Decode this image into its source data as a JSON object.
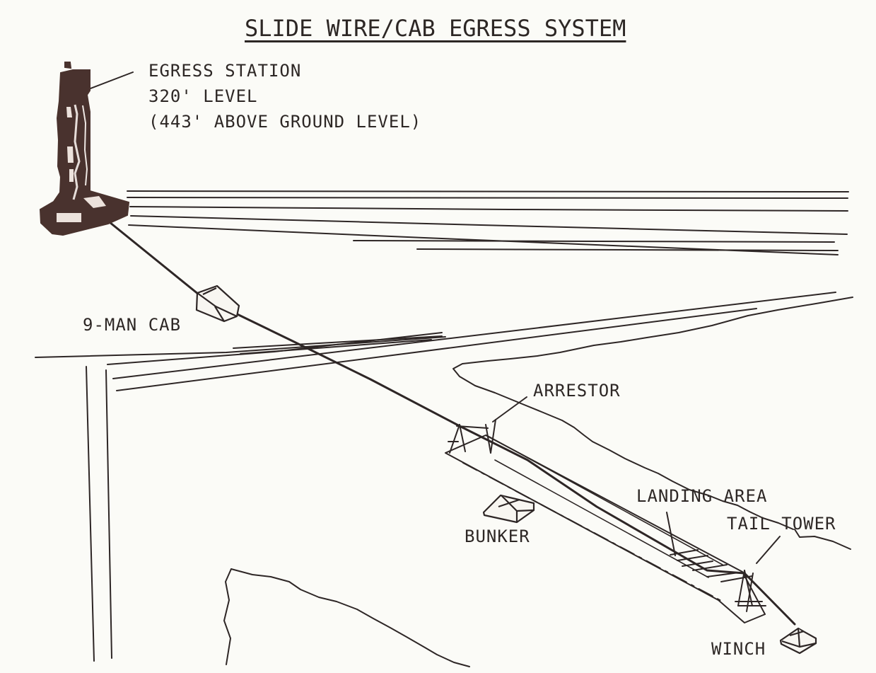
{
  "diagram": {
    "title": "SLIDE WIRE/CAB EGRESS SYSTEM",
    "egress_station": {
      "line_1": "EGRESS STATION",
      "line_2": "320' LEVEL",
      "line_3": "(443' ABOVE GROUND LEVEL)"
    },
    "labels": {
      "cab": "9-MAN CAB",
      "arrestor": "ARRESTOR",
      "landing_area": "LANDING AREA",
      "tail_tower": "TAIL TOWER",
      "bunker": "BUNKER",
      "winch": "WINCH"
    },
    "colors": {
      "paper": "#fbfbf7",
      "ink": "#2d2725",
      "tower": "#4a322d"
    }
  }
}
